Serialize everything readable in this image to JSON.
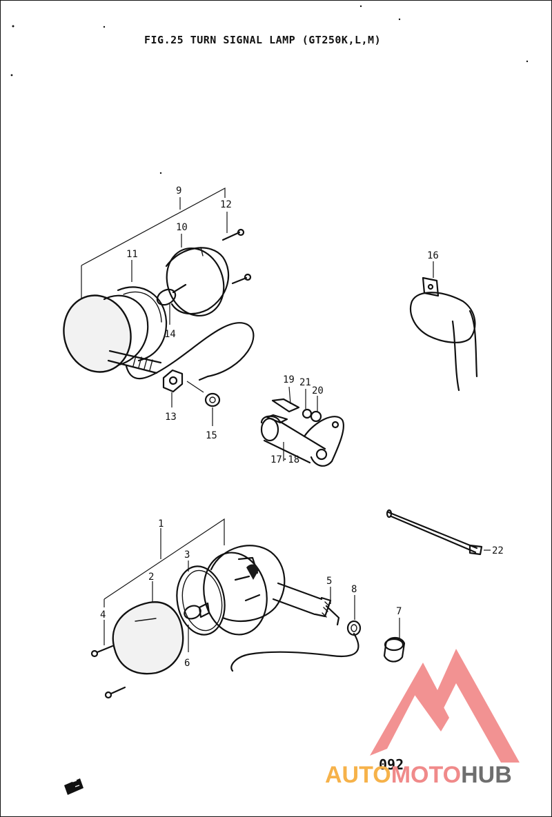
{
  "title": "FIG.25  TURN SIGNAL LAMP (GT250K,L,M)",
  "page_number": "092",
  "watermark": {
    "part1": "AUTO",
    "part2": "MOTO",
    "part3": "HUB",
    "color_auto": "#f6b24a",
    "color_moto": "#f08a8a",
    "color_hub": "#6e6e6e",
    "triangle_color": "#f07f7f"
  },
  "callouts": {
    "p1": "1",
    "p2": "2",
    "p3": "3",
    "p4": "4",
    "p5": "5",
    "p6": "6",
    "p7": "7",
    "p8": "8",
    "p9": "9",
    "p10": "10",
    "p11": "11",
    "p12": "12",
    "p13": "13",
    "p14": "14",
    "p15": "15",
    "p16": "16",
    "p1718": "17·18",
    "p19": "19",
    "p20": "20",
    "p21": "21",
    "p22": "22"
  }
}
